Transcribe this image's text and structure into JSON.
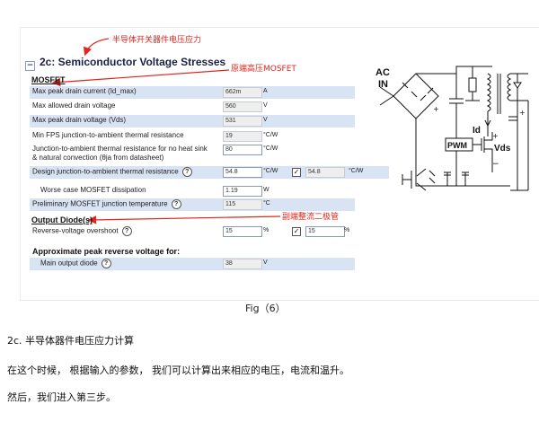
{
  "section": {
    "title": "2c: Semiconductor Voltage Stresses",
    "collapse_glyph": "−"
  },
  "annotations": {
    "top": "半导体开关器件电压应力",
    "mosfet": "原端高压MOSFET",
    "diode": "副端整流二极管"
  },
  "mosfet": {
    "header": "MOSFET",
    "rows": [
      {
        "label": "Max peak drain current (Id_max)",
        "value": "662m",
        "unit": "A"
      },
      {
        "label": "Max allowed drain voltage",
        "value": "560",
        "unit": "V"
      },
      {
        "label": "Max peak drain voltage (Vds)",
        "value": "531",
        "unit": "V"
      },
      {
        "label": "Min FPS junction-to-ambient thermal resistance",
        "value": "19",
        "unit": "°C/W"
      },
      {
        "label": "Junction-to-ambient thermal resistance for no heat sink & natural convection (θja from datasheet)",
        "value": "80",
        "unit": "°C/W"
      },
      {
        "label": "Design junction-to-ambient thermal resistance",
        "value": "54.8",
        "unit": "°C/W",
        "alt_value": "54.8",
        "alt_unit": "°C/W"
      },
      {
        "label": "Worse case MOSFET dissipation",
        "value": "1.19",
        "unit": "W"
      },
      {
        "label": "Preliminary MOSFET junction temperature",
        "value": "115",
        "unit": "°C"
      }
    ]
  },
  "diode": {
    "header": "Output Diode(s)",
    "rows": [
      {
        "label": "Reverse-voltage overshoot",
        "value": "15",
        "unit": "%",
        "alt_value": "15",
        "alt_unit": "%"
      }
    ]
  },
  "reverse": {
    "header": "Approximate peak reverse voltage for:",
    "rows": [
      {
        "label": "Main output diode",
        "value": "38",
        "unit": "V"
      }
    ]
  },
  "help_glyph": "?",
  "checkbox_glyph": "✓",
  "schematic": {
    "ac": "AC",
    "in": "IN",
    "id": "Id",
    "pwm": "PWM",
    "vds": "Vds"
  },
  "caption": "Fig（6）",
  "paragraphs": [
    "2c. 半导体器件电压应力计算",
    "在这个时候， 根据输入的参数， 我们可以计算出来相应的电压，电流和温升。",
    "然后，我们进入第三步。"
  ],
  "colors": {
    "annotation": "#e0261e",
    "row_shade": "#d8e4f4",
    "title": "#1a2044"
  }
}
